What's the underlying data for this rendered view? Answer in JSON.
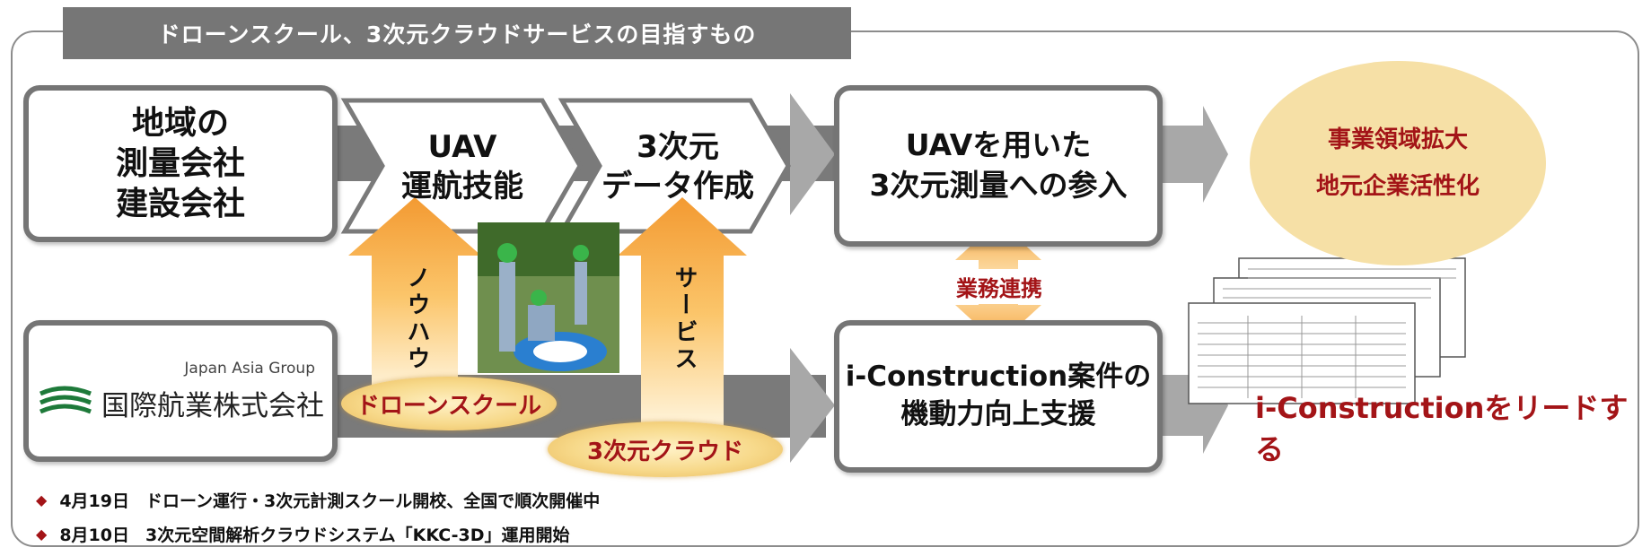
{
  "header": {
    "title": "ドローンスクール、3次元クラウドサービスの目指すもの"
  },
  "left_top_box": {
    "lines": [
      "地域の",
      "測量会社",
      "建設会社"
    ]
  },
  "left_bottom_box": {
    "group": "Japan Asia Group",
    "company": "国際航業株式会社"
  },
  "chevrons": [
    {
      "lines": [
        "UAV",
        "運航技能"
      ]
    },
    {
      "lines": [
        "3次元",
        "データ作成"
      ]
    }
  ],
  "up_arrows": [
    {
      "label": "ノウハウ"
    },
    {
      "label": "サービス"
    }
  ],
  "ovals": {
    "drone_school": "ドローンスクール",
    "cloud": "3次元クラウド"
  },
  "mid_top_box": {
    "lines": [
      "UAVを用いた",
      "3次元測量への参入"
    ]
  },
  "mid_bottom_box": {
    "lines": [
      "i-Construction案件の",
      "機動力向上支援"
    ]
  },
  "cooperation": {
    "label": "業務連携"
  },
  "goal": {
    "lines": [
      "事業領域拡大",
      "地元企業活性化"
    ]
  },
  "lead": {
    "text": "i-Constructionをリードする"
  },
  "bullets": [
    {
      "date": "4月19日",
      "text": "ドローン運行・3次元計測スクール開校、全国で順次開催中"
    },
    {
      "date": "8月10日",
      "text": "3次元空間解析クラウドシステム「KKC-3D」運用開始"
    }
  ],
  "colors": {
    "accent_red": "#a31417",
    "frame_gray": "#8c8c8c",
    "arrow_gray": "#8a8a8a",
    "arrow_orange": "#f39a32"
  }
}
